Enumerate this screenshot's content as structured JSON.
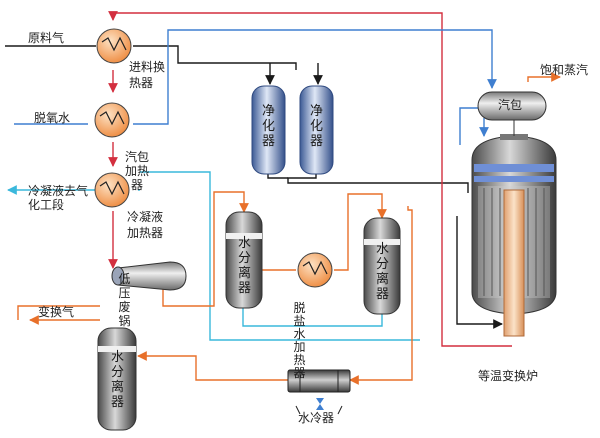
{
  "labels": {
    "feed_gas": "原料气",
    "deaerated_water": "脱氧水",
    "feed_exchanger": "进料换热器",
    "drum_heater": "汽包加热器",
    "condensate_out": "冷凝液去气化工段",
    "condensate_heater": "冷凝液加热器",
    "shift_gas": "变换气",
    "lp_boiler": "低压废锅",
    "separator_1": "水分离器",
    "separator_2": "水分离器",
    "separator_3": "水分离器",
    "purifier_1": "净化器",
    "purifier_2": "净化器",
    "deaerator_heater": "脱盐水加热器",
    "water_cooler": "水冷器",
    "steam_drum": "汽包",
    "saturated_steam": "饱和蒸汽",
    "isothermal_converter": "等温变换炉"
  },
  "colors": {
    "red_line": "#d32f3f",
    "blue_line": "#3f7fd0",
    "orange_line": "#e8702a",
    "cyan_line": "#3ab8dc",
    "black_line": "#1a1a1a",
    "exchanger_fill": "#f4a263"
  }
}
